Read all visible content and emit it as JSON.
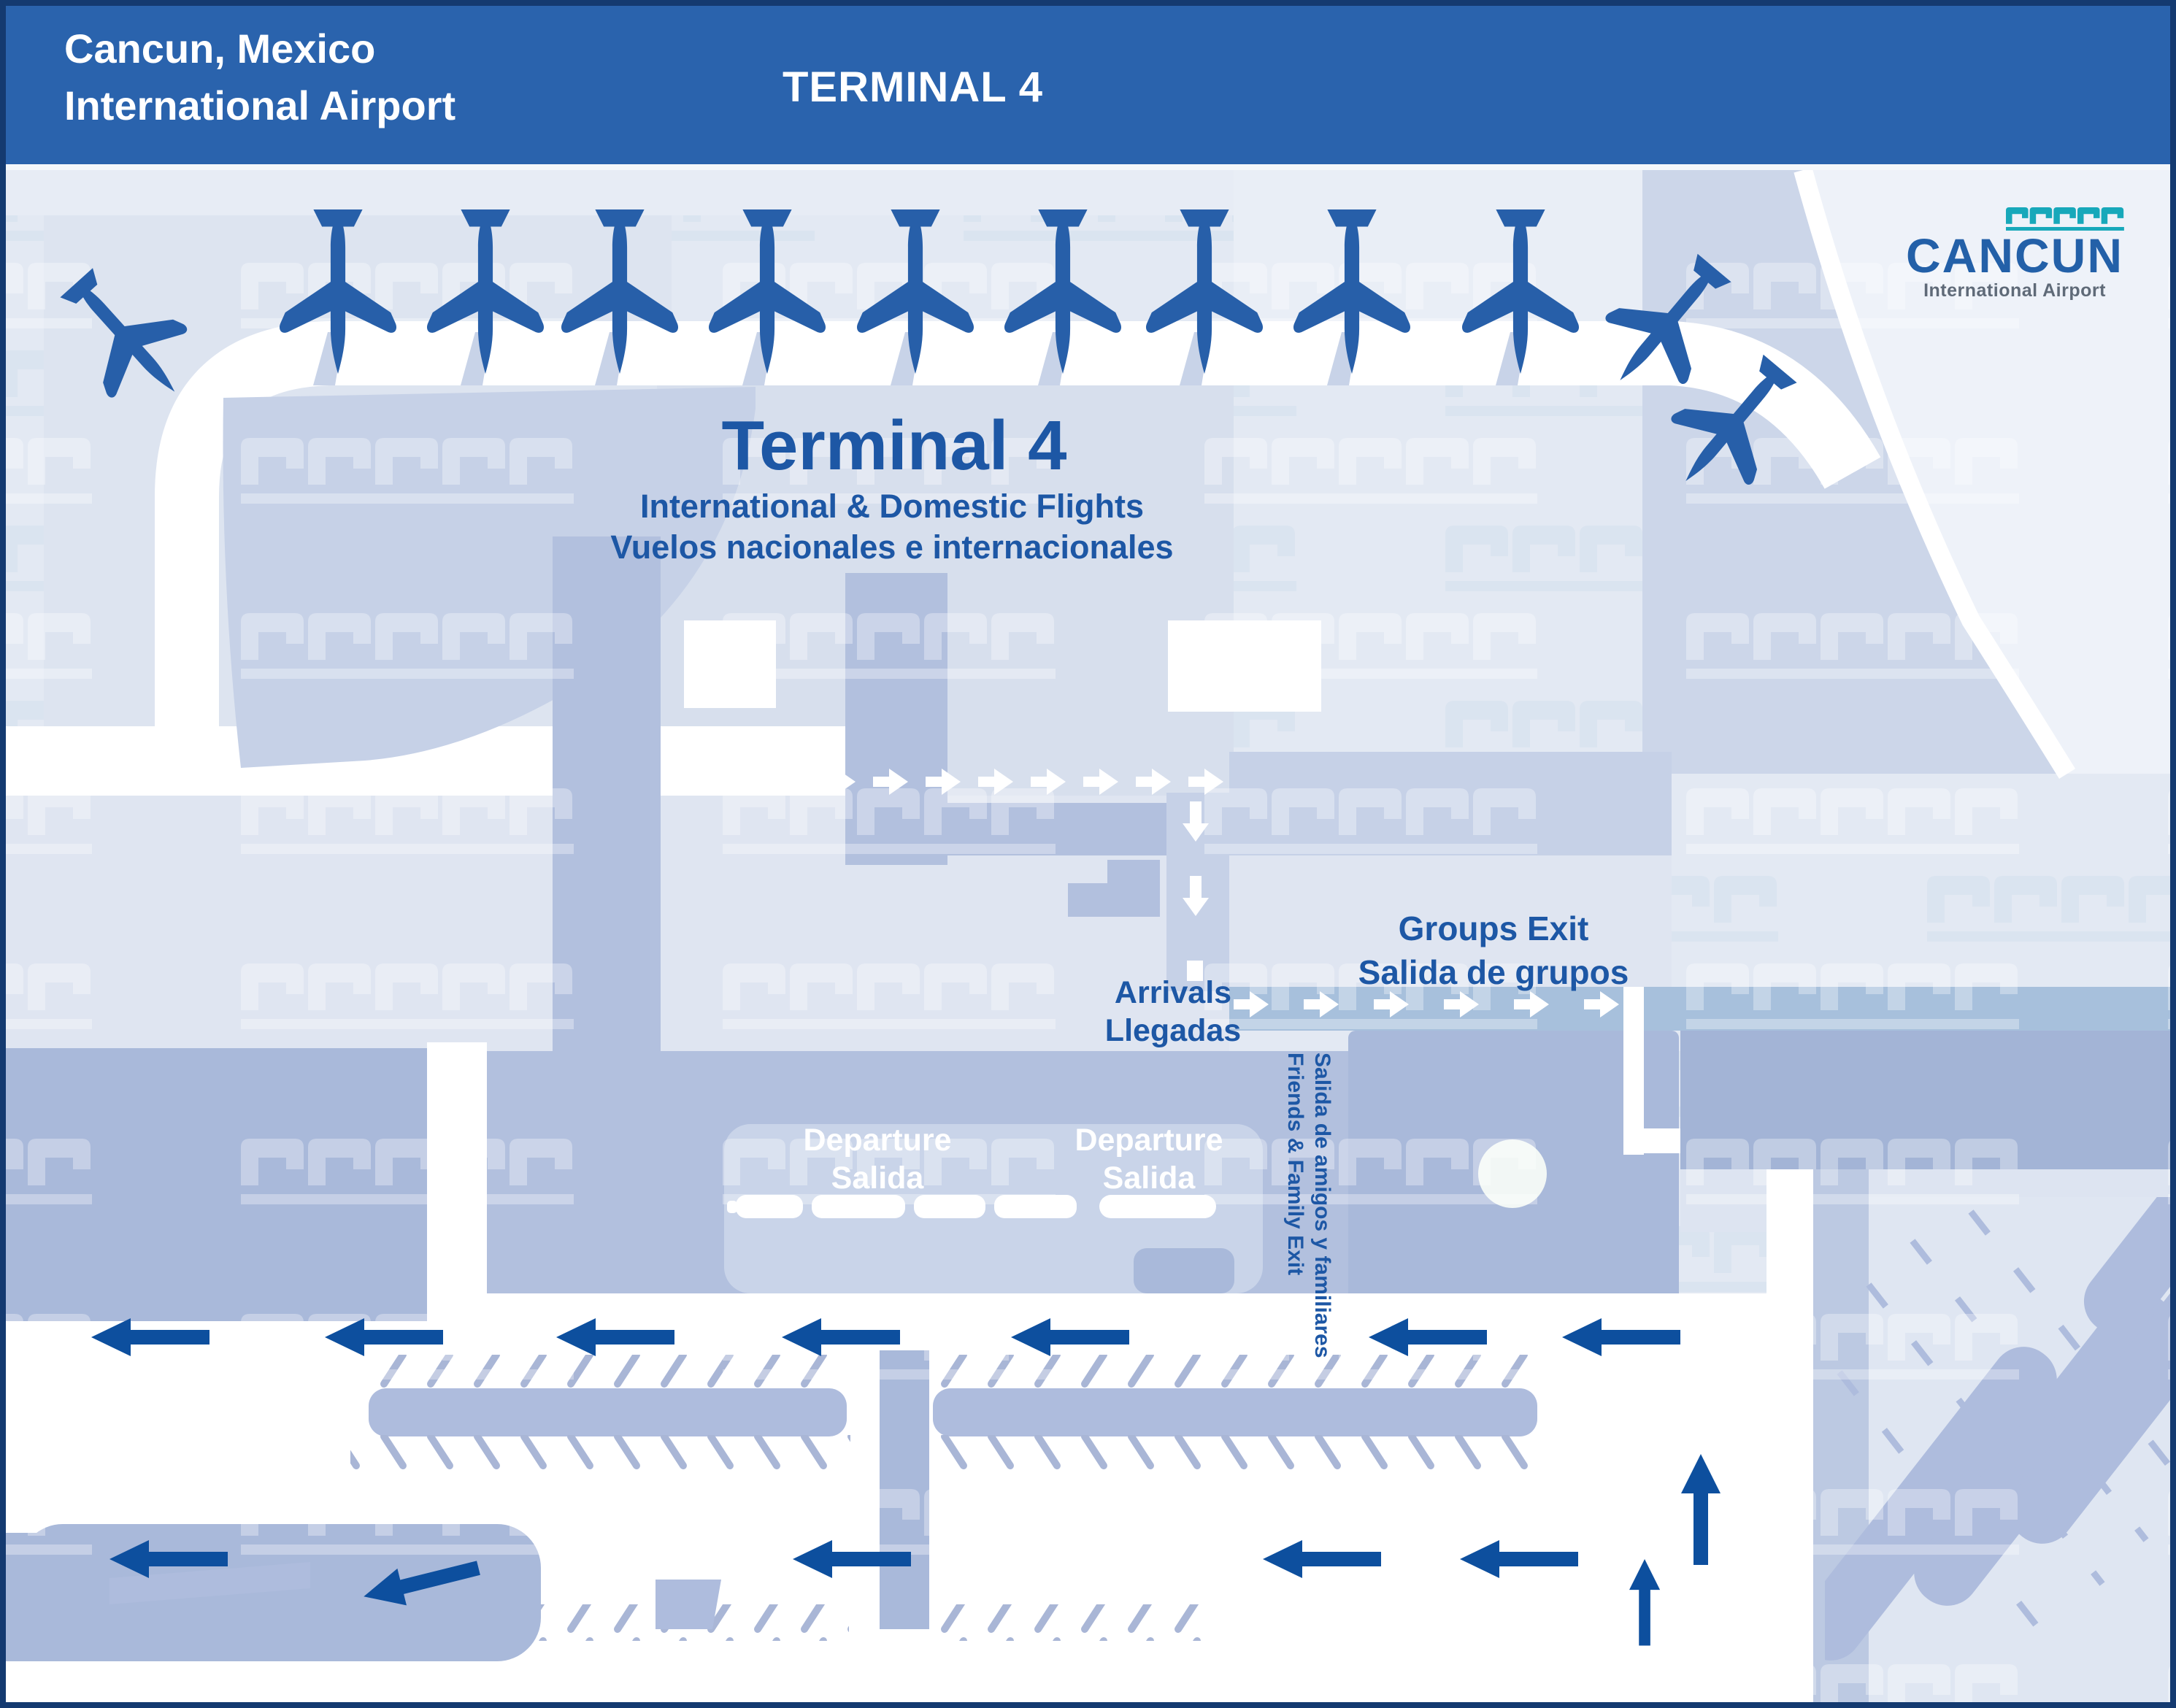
{
  "header": {
    "airport_line1": "Cancun, Mexico",
    "airport_line2": "International Airport",
    "terminal": "TERMINAL 4"
  },
  "logo": {
    "name": "CANCUN",
    "subtitle": "International Airport"
  },
  "terminal_title": {
    "title": "Terminal 4",
    "subtitle_en": "International & Domestic Flights",
    "subtitle_es": "Vuelos nacionales e internacionales"
  },
  "labels": {
    "arrivals_en": "Arrivals",
    "arrivals_es": "Llegadas",
    "groups_exit_en": "Groups Exit",
    "groups_exit_es": "Salida de grupos",
    "departure_en": "Departure",
    "departure_es": "Salida",
    "friends_family_en": "Friends & Family Exit",
    "friends_family_es": "Salida de amigos y familiares"
  },
  "map": {
    "docked_planes": 9,
    "taxiing_planes": 3
  },
  "colors": {
    "frame_navy": "#143a70",
    "header_blue": "#2a63ad",
    "title_blue": "#1d57a5",
    "arrow_dark": "#0d4f9e",
    "concourse_blue": "#c6d1e7",
    "building_blue": "#b2c0de",
    "block_blue": "#a9b9da",
    "exit_band_blue": "#a7c0dc",
    "logo_teal": "#17a8ba"
  }
}
